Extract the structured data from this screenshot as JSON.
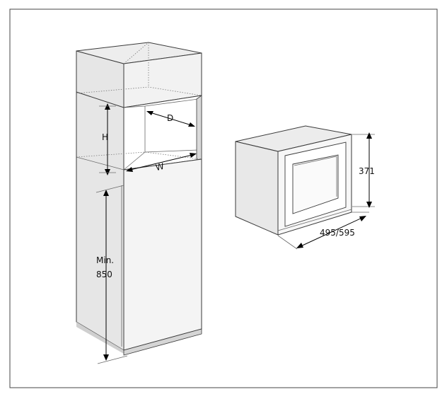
{
  "labels": {
    "depth": "D",
    "height": "H",
    "width": "W",
    "min_label_line1": "Min.",
    "min_label_line2": "850",
    "appliance_height": "371",
    "appliance_width": "495/595"
  }
}
